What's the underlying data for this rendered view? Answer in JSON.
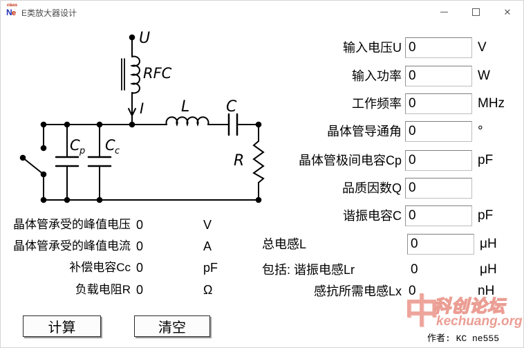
{
  "window": {
    "title": "E类放大器设计",
    "close_glyph": "✕",
    "app_icon": {
      "top_text": "class",
      "letter_n": "N",
      "letter_e": "e"
    }
  },
  "circuit": {
    "supply_label": "U",
    "rfc_label": "RFC",
    "current_label": "I",
    "series_inductor_label": "L",
    "series_capacitor_label": "C",
    "load_resistor_label": "R",
    "shunt_cap_main": "C",
    "shunt_cap_sub": "p",
    "comp_cap_main": "C",
    "comp_cap_sub": "c"
  },
  "inputs": [
    {
      "label": "输入电压U",
      "value": "0",
      "unit": "V"
    },
    {
      "label": "输入功率",
      "value": "0",
      "unit": "W"
    },
    {
      "label": "工作频率",
      "value": "0",
      "unit": "MHz"
    },
    {
      "label": "晶体管导通角",
      "value": "0",
      "unit": "°"
    },
    {
      "label": "晶体管极间电容Cp",
      "value": "0",
      "unit": "pF"
    },
    {
      "label": "品质因数Q",
      "value": "0",
      "unit": ""
    },
    {
      "label": "谐振电容C",
      "value": "0",
      "unit": "pF"
    },
    {
      "label": "总电感L",
      "value": "0",
      "unit": "μH"
    }
  ],
  "derived": [
    {
      "label": "包括: 谐振电感Lr",
      "value": "0",
      "unit": "μH"
    },
    {
      "label": "感抗所需电感Lx",
      "value": "0",
      "unit": "nH"
    }
  ],
  "outputs": [
    {
      "label": "晶体管承受的峰值电压",
      "value": "0",
      "unit": "V"
    },
    {
      "label": "晶体管承受的峰值电流",
      "value": "0",
      "unit": "A"
    },
    {
      "label": "补偿电容Cc",
      "value": "0",
      "unit": "pF"
    },
    {
      "label": "负载电阻R",
      "value": "0",
      "unit": "Ω"
    }
  ],
  "buttons": {
    "calculate": "计算",
    "clear": "清空"
  },
  "watermark": {
    "logo_glyph": "中",
    "site_name": "科创论坛",
    "site_url": "kechuang.org",
    "author": "作者: KC ne555",
    "color": "#eb9e94"
  }
}
